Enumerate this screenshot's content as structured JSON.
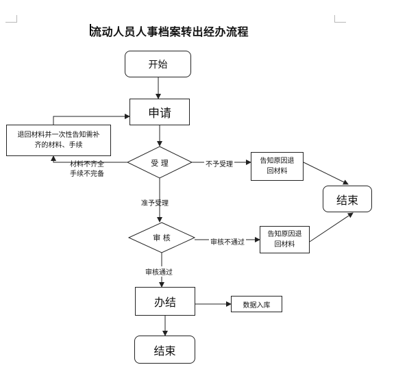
{
  "title": "流动人员人事档案转出经办流程",
  "nodes": {
    "start": "开始",
    "apply": "申请",
    "return_materials": "退回材料并一次性告知需补齐的材料、手续",
    "accept": "受 理",
    "notify_reason_1": "告知原因退回材料",
    "end_right": "结束",
    "review": "审 核",
    "notify_reason_2": "告知原因退回材料",
    "complete": "办结",
    "data_entry": "数据入库",
    "end_bottom": "结束"
  },
  "edge_labels": {
    "incomplete_line1": "材料不齐全",
    "incomplete_line2": "手续不完备",
    "not_accepted": "不予受理",
    "accepted": "准予受理",
    "review_failed": "审核不通过",
    "review_passed": "审核通过"
  },
  "colors": {
    "stroke": "#222222",
    "background": "#ffffff"
  }
}
